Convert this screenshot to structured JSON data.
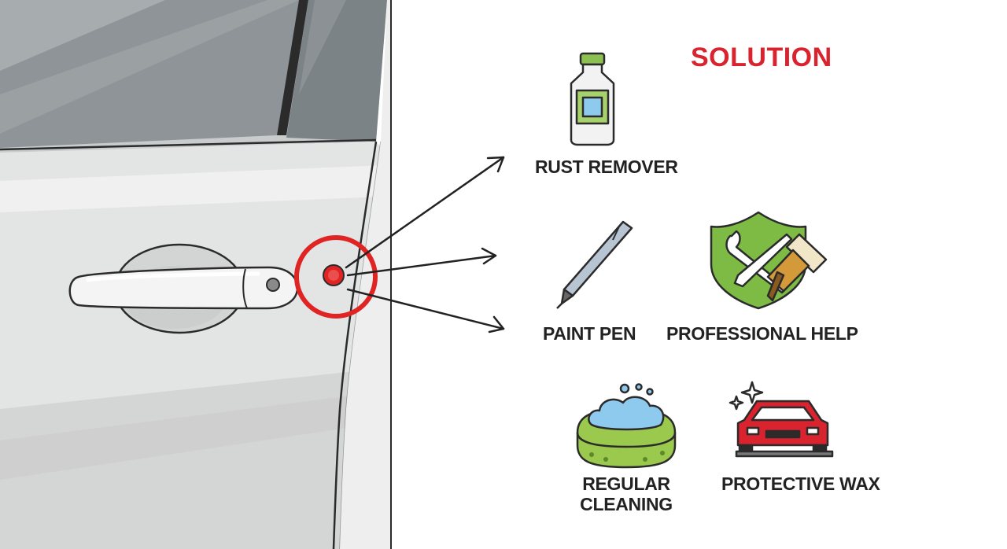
{
  "heading": {
    "text": "SOLUTION",
    "color": "#d9232e"
  },
  "problem": {
    "marker_color": "#e02424"
  },
  "solutions": {
    "rust_remover": {
      "label": "RUST REMOVER",
      "icon": "bottle-icon"
    },
    "paint_pen": {
      "label": "PAINT PEN",
      "icon": "pen-icon"
    },
    "professional_help": {
      "label": "PROFESSIONAL HELP",
      "icon": "shield-tools-icon"
    },
    "regular_cleaning": {
      "line1": "REGULAR",
      "line2": "CLEANING",
      "icon": "sponge-icon"
    },
    "protective_wax": {
      "label": "PROTECTIVE WAX",
      "icon": "car-sparkle-icon"
    }
  },
  "colors": {
    "accent_green": "#8cc152",
    "shield_green": "#7dbb45",
    "foam_blue": "#8ec9ee",
    "car_red": "#d9232e",
    "door_gray": "#dcdcdc",
    "window_gray": "#6b7276"
  }
}
